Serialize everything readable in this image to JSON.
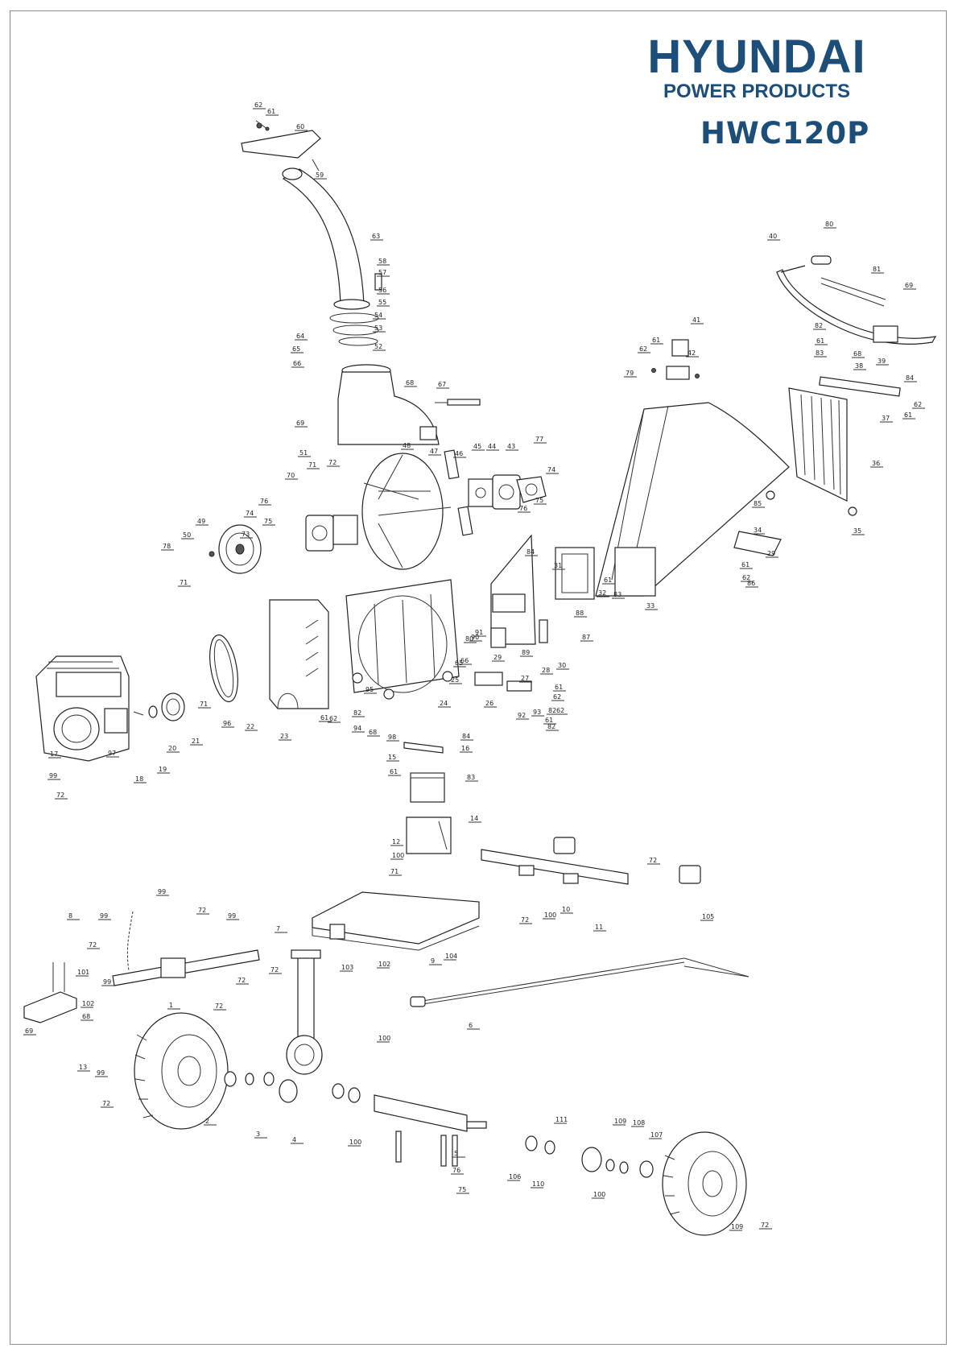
{
  "brand": {
    "name": "HYUNDAI",
    "subtitle": "POWER PRODUCTS",
    "model": "HWC120P",
    "color": "#1d4e79"
  },
  "callouts": [
    {
      "n": "62",
      "part": "chute_cap"
    },
    {
      "n": "61",
      "part": "chute_cap"
    },
    {
      "n": "60",
      "part": "chute_cap"
    },
    {
      "n": "59",
      "part": "chute_cap"
    },
    {
      "n": "63",
      "part": "chute"
    },
    {
      "n": "58",
      "part": "chute"
    },
    {
      "n": "57",
      "part": "chute"
    },
    {
      "n": "56",
      "part": "chute"
    },
    {
      "n": "55",
      "part": "chute"
    },
    {
      "n": "54",
      "part": "chute"
    },
    {
      "n": "53",
      "part": "chute"
    },
    {
      "n": "52",
      "part": "chute"
    },
    {
      "n": "64",
      "part": "chute"
    },
    {
      "n": "65",
      "part": "chute"
    },
    {
      "n": "66",
      "part": "chute"
    },
    {
      "n": "68",
      "part": "housing"
    },
    {
      "n": "67",
      "part": "housing"
    },
    {
      "n": "69",
      "part": "housing"
    },
    {
      "n": "51",
      "part": "housing"
    },
    {
      "n": "48",
      "part": "rotor"
    },
    {
      "n": "47",
      "part": "rotor"
    },
    {
      "n": "46",
      "part": "rotor"
    },
    {
      "n": "45",
      "part": "rotor"
    },
    {
      "n": "44",
      "part": "rotor"
    },
    {
      "n": "43",
      "part": "rotor"
    },
    {
      "n": "77",
      "part": "rotor"
    },
    {
      "n": "74",
      "part": "rotor"
    },
    {
      "n": "75",
      "part": "rotor"
    },
    {
      "n": "76",
      "part": "rotor"
    },
    {
      "n": "70",
      "part": "bearing"
    },
    {
      "n": "71",
      "part": "bearing"
    },
    {
      "n": "72",
      "part": "bearing"
    },
    {
      "n": "76",
      "part": "bearing"
    },
    {
      "n": "75",
      "part": "bearing"
    },
    {
      "n": "74",
      "part": "bearing"
    },
    {
      "n": "73",
      "part": "bearing"
    },
    {
      "n": "49",
      "part": "pulley"
    },
    {
      "n": "50",
      "part": "pulley"
    },
    {
      "n": "78",
      "part": "pulley"
    },
    {
      "n": "71",
      "part": "pulley"
    },
    {
      "n": "80",
      "part": "handle"
    },
    {
      "n": "40",
      "part": "handle"
    },
    {
      "n": "81",
      "part": "handle"
    },
    {
      "n": "69",
      "part": "handle"
    },
    {
      "n": "82",
      "part": "handle"
    },
    {
      "n": "61",
      "part": "handle"
    },
    {
      "n": "83",
      "part": "handle"
    },
    {
      "n": "68",
      "part": "handle"
    },
    {
      "n": "39",
      "part": "handle"
    },
    {
      "n": "38",
      "part": "handle"
    },
    {
      "n": "84",
      "part": "flap"
    },
    {
      "n": "62",
      "part": "flap"
    },
    {
      "n": "61",
      "part": "flap"
    },
    {
      "n": "37",
      "part": "flap"
    },
    {
      "n": "36",
      "part": "flap"
    },
    {
      "n": "41",
      "part": "switch"
    },
    {
      "n": "61",
      "part": "switch"
    },
    {
      "n": "62",
      "part": "switch"
    },
    {
      "n": "42",
      "part": "switch"
    },
    {
      "n": "79",
      "part": "switch"
    },
    {
      "n": "85",
      "part": "hopper"
    },
    {
      "n": "35",
      "part": "hopper"
    },
    {
      "n": "34",
      "part": "hopper"
    },
    {
      "n": "29",
      "part": "hopper"
    },
    {
      "n": "61",
      "part": "hopper"
    },
    {
      "n": "62",
      "part": "hopper"
    },
    {
      "n": "86",
      "part": "hopper"
    },
    {
      "n": "33",
      "part": "hopper"
    },
    {
      "n": "83",
      "part": "hopper"
    },
    {
      "n": "61",
      "part": "hopper"
    },
    {
      "n": "32",
      "part": "hopper"
    },
    {
      "n": "84",
      "part": "hopper"
    },
    {
      "n": "31",
      "part": "hopper"
    },
    {
      "n": "88",
      "part": "hopper"
    },
    {
      "n": "87",
      "part": "frame"
    },
    {
      "n": "30",
      "part": "frame"
    },
    {
      "n": "89",
      "part": "frame"
    },
    {
      "n": "28",
      "part": "frame"
    },
    {
      "n": "27",
      "part": "frame"
    },
    {
      "n": "29",
      "part": "frame"
    },
    {
      "n": "90",
      "part": "frame"
    },
    {
      "n": "91",
      "part": "frame"
    },
    {
      "n": "80",
      "part": "frame"
    },
    {
      "n": "66",
      "part": "frame"
    },
    {
      "n": "65",
      "part": "frame"
    },
    {
      "n": "25",
      "part": "frame"
    },
    {
      "n": "24",
      "part": "frame"
    },
    {
      "n": "26",
      "part": "frame"
    },
    {
      "n": "62",
      "part": "frame"
    },
    {
      "n": "61",
      "part": "frame"
    },
    {
      "n": "82",
      "part": "frame"
    },
    {
      "n": "93",
      "part": "frame"
    },
    {
      "n": "92",
      "part": "frame"
    },
    {
      "n": "62",
      "part": "frame"
    },
    {
      "n": "61",
      "part": "frame"
    },
    {
      "n": "82",
      "part": "frame"
    },
    {
      "n": "95",
      "part": "frame"
    },
    {
      "n": "94",
      "part": "frame"
    },
    {
      "n": "68",
      "part": "frame"
    },
    {
      "n": "23",
      "part": "belt_guard"
    },
    {
      "n": "61",
      "part": "belt_guard"
    },
    {
      "n": "62",
      "part": "belt_guard"
    },
    {
      "n": "82",
      "part": "belt_guard"
    },
    {
      "n": "22",
      "part": "belt"
    },
    {
      "n": "96",
      "part": "engine_pulley"
    },
    {
      "n": "71",
      "part": "engine_pulley"
    },
    {
      "n": "21",
      "part": "engine_pulley"
    },
    {
      "n": "20",
      "part": "engine_pulley"
    },
    {
      "n": "19",
      "part": "engine_pulley"
    },
    {
      "n": "97",
      "part": "engine_pulley"
    },
    {
      "n": "18",
      "part": "engine"
    },
    {
      "n": "17",
      "part": "engine"
    },
    {
      "n": "99",
      "part": "engine"
    },
    {
      "n": "72",
      "part": "engine"
    },
    {
      "n": "98",
      "part": "engine"
    },
    {
      "n": "84",
      "part": "battery"
    },
    {
      "n": "16",
      "part": "battery"
    },
    {
      "n": "15",
      "part": "battery"
    },
    {
      "n": "61",
      "part": "battery"
    },
    {
      "n": "83",
      "part": "battery"
    },
    {
      "n": "14",
      "part": "battery"
    },
    {
      "n": "12",
      "part": "battery_box"
    },
    {
      "n": "100",
      "part": "battery_box"
    },
    {
      "n": "71",
      "part": "battery_box"
    },
    {
      "n": "72",
      "part": "battery_box"
    },
    {
      "n": "105",
      "part": "lights"
    },
    {
      "n": "11",
      "part": "lights"
    },
    {
      "n": "10",
      "part": "lights"
    },
    {
      "n": "100",
      "part": "lights"
    },
    {
      "n": "72",
      "part": "lights"
    },
    {
      "n": "99",
      "part": "lights"
    },
    {
      "n": "8",
      "part": "chain"
    },
    {
      "n": "99",
      "part": "drawbar"
    },
    {
      "n": "72",
      "part": "drawbar"
    },
    {
      "n": "99",
      "part": "drawbar"
    },
    {
      "n": "72",
      "part": "drawbar"
    },
    {
      "n": "101",
      "part": "hitch"
    },
    {
      "n": "99",
      "part": "hitch"
    },
    {
      "n": "72",
      "part": "hitch"
    },
    {
      "n": "7",
      "part": "drawbar"
    },
    {
      "n": "72",
      "part": "drawbar"
    },
    {
      "n": "102",
      "part": "drawbar"
    },
    {
      "n": "68",
      "part": "hitch"
    },
    {
      "n": "69",
      "part": "hitch"
    },
    {
      "n": "1",
      "part": "hitch"
    },
    {
      "n": "72",
      "part": "drawbar"
    },
    {
      "n": "102",
      "part": "drawbar"
    },
    {
      "n": "9",
      "part": "platform"
    },
    {
      "n": "104",
      "part": "platform"
    },
    {
      "n": "103",
      "part": "platform"
    },
    {
      "n": "100",
      "part": "jockey"
    },
    {
      "n": "6",
      "part": "jockey"
    },
    {
      "n": "13",
      "part": "wiring"
    },
    {
      "n": "99",
      "part": "wheel_left"
    },
    {
      "n": "72",
      "part": "wheel_left"
    },
    {
      "n": "2",
      "part": "wheel_left"
    },
    {
      "n": "3",
      "part": "hub_left"
    },
    {
      "n": "4",
      "part": "hub_left"
    },
    {
      "n": "100",
      "part": "hub_left"
    },
    {
      "n": "5",
      "part": "axle"
    },
    {
      "n": "76",
      "part": "axle"
    },
    {
      "n": "75",
      "part": "axle"
    },
    {
      "n": "111",
      "part": "axle"
    },
    {
      "n": "109",
      "part": "hub_right"
    },
    {
      "n": "108",
      "part": "hub_right"
    },
    {
      "n": "107",
      "part": "hub_right"
    },
    {
      "n": "106",
      "part": "hub_right"
    },
    {
      "n": "110",
      "part": "hub_right"
    },
    {
      "n": "100",
      "part": "hub_right"
    },
    {
      "n": "109",
      "part": "hub_right"
    },
    {
      "n": "72",
      "part": "wheel_right"
    },
    {
      "n": "99",
      "part": "wheel_right"
    }
  ]
}
